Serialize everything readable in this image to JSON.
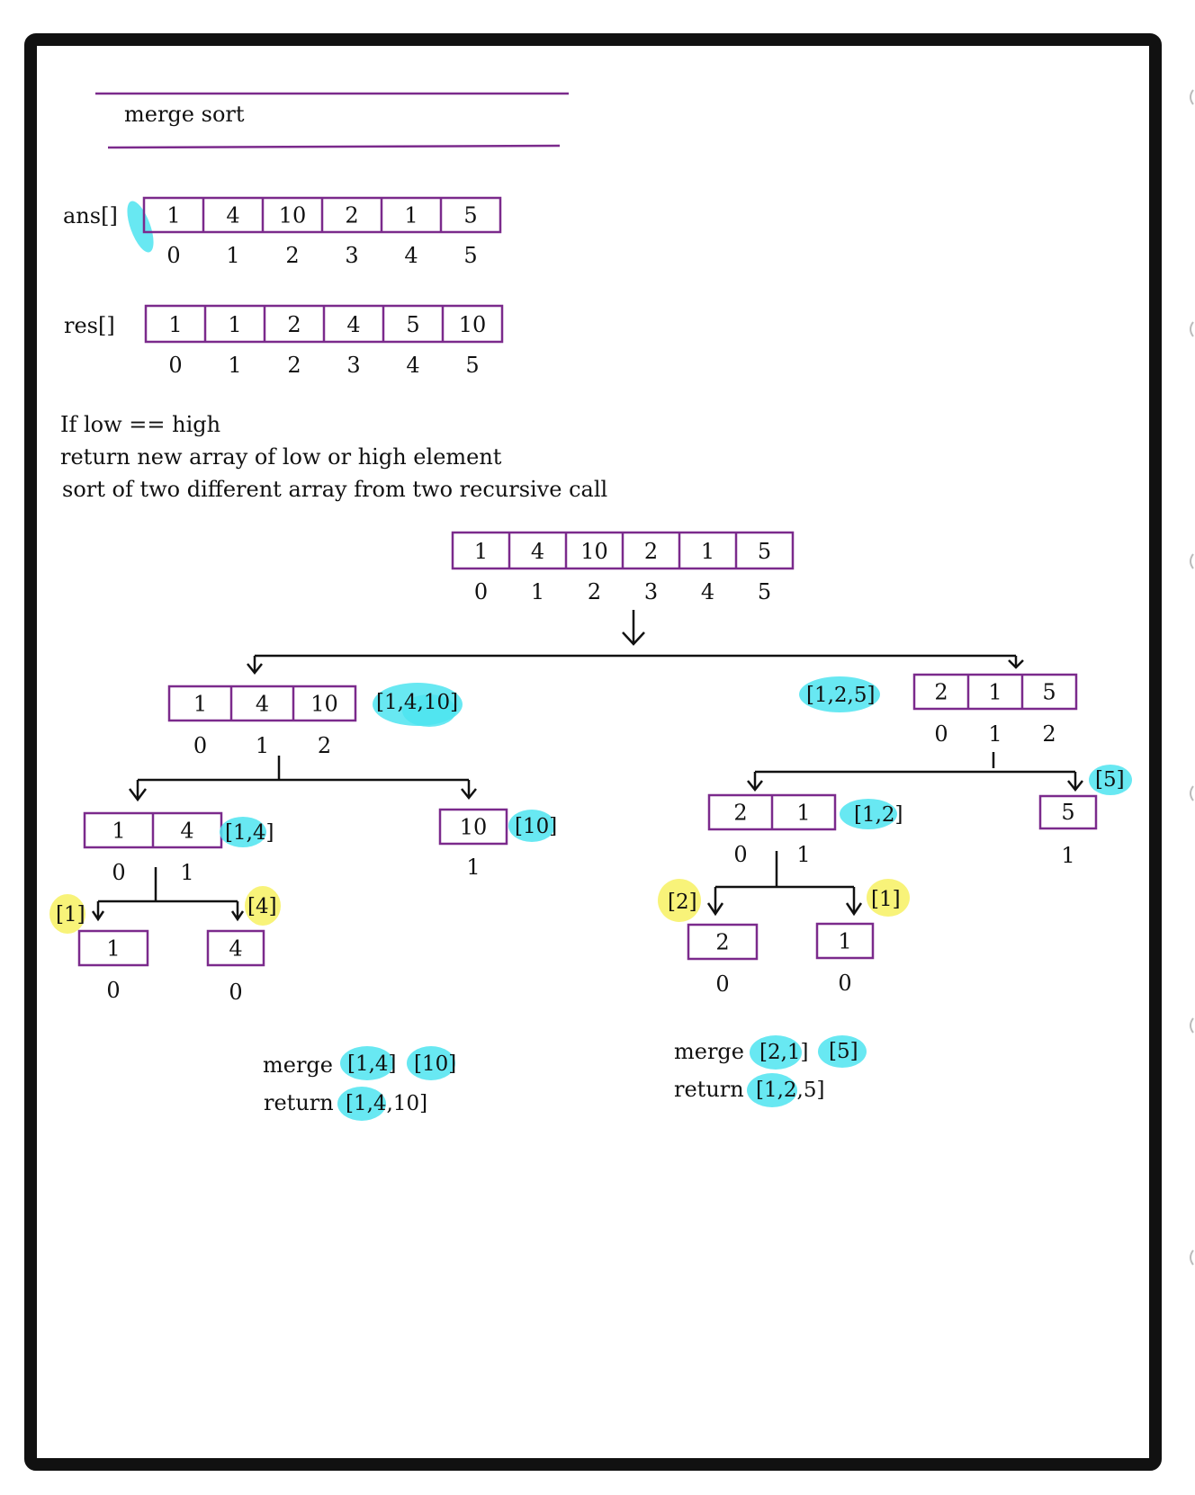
{
  "title": "merge sort",
  "ans": {
    "label": "ans[]",
    "values": [
      "1",
      "4",
      "10",
      "2",
      "1",
      "5"
    ],
    "indices": [
      "0",
      "1",
      "2",
      "3",
      "4",
      "5"
    ]
  },
  "res": {
    "label": "res[]",
    "values": [
      "1",
      "1",
      "2",
      "4",
      "5",
      "10"
    ],
    "indices": [
      "0",
      "1",
      "2",
      "3",
      "4",
      "5"
    ]
  },
  "notes": [
    "If low == high",
    "return new array of low or high element",
    "sort of two different array from two recursive call"
  ],
  "tree": {
    "root": {
      "values": [
        "1",
        "4",
        "10",
        "2",
        "1",
        "5"
      ],
      "indices": [
        "0",
        "1",
        "2",
        "3",
        "4",
        "5"
      ]
    },
    "left": {
      "values": [
        "1",
        "4",
        "10"
      ],
      "indices": [
        "0",
        "1",
        "2"
      ],
      "result": "[1,4,10]"
    },
    "right": {
      "values": [
        "2",
        "1",
        "5"
      ],
      "indices": [
        "0",
        "1",
        "2"
      ],
      "result": "[1,2,5]"
    },
    "left_left": {
      "values": [
        "1",
        "4"
      ],
      "indices": [
        "0",
        "1"
      ],
      "result": "[1,4]"
    },
    "left_right": {
      "values": [
        "10"
      ],
      "indices": [
        "1"
      ],
      "result": "[10]"
    },
    "right_left": {
      "values": [
        "2",
        "1"
      ],
      "indices": [
        "0",
        "1"
      ],
      "result": "[1,2]"
    },
    "right_right": {
      "values": [
        "5"
      ],
      "indices": [
        "1"
      ],
      "result": "[5]"
    },
    "ll_left": {
      "values": [
        "1"
      ],
      "indices": [
        "0"
      ],
      "result": "[1]"
    },
    "ll_right": {
      "values": [
        "4"
      ],
      "indices": [
        "0"
      ],
      "result": "[4]"
    },
    "rl_left": {
      "values": [
        "2"
      ],
      "indices": [
        "0"
      ],
      "result": "[2]"
    },
    "rl_right": {
      "values": [
        "1"
      ],
      "indices": [
        "0"
      ],
      "result": "[1]"
    }
  },
  "merge_left": {
    "merge_label": "merge",
    "a": "[1,4]",
    "b": "[10]",
    "return_label": "return",
    "result": "[1,4,10]"
  },
  "merge_right": {
    "merge_label": "merge",
    "a": "[2,1]",
    "b": "[5]",
    "return_label": "return",
    "result": "[1,2,5]"
  },
  "colors": {
    "cell_border": "#7b2a8c",
    "highlight_cyan": "#4ee4f0",
    "highlight_yellow": "#f7f26a",
    "ink": "#111111"
  }
}
